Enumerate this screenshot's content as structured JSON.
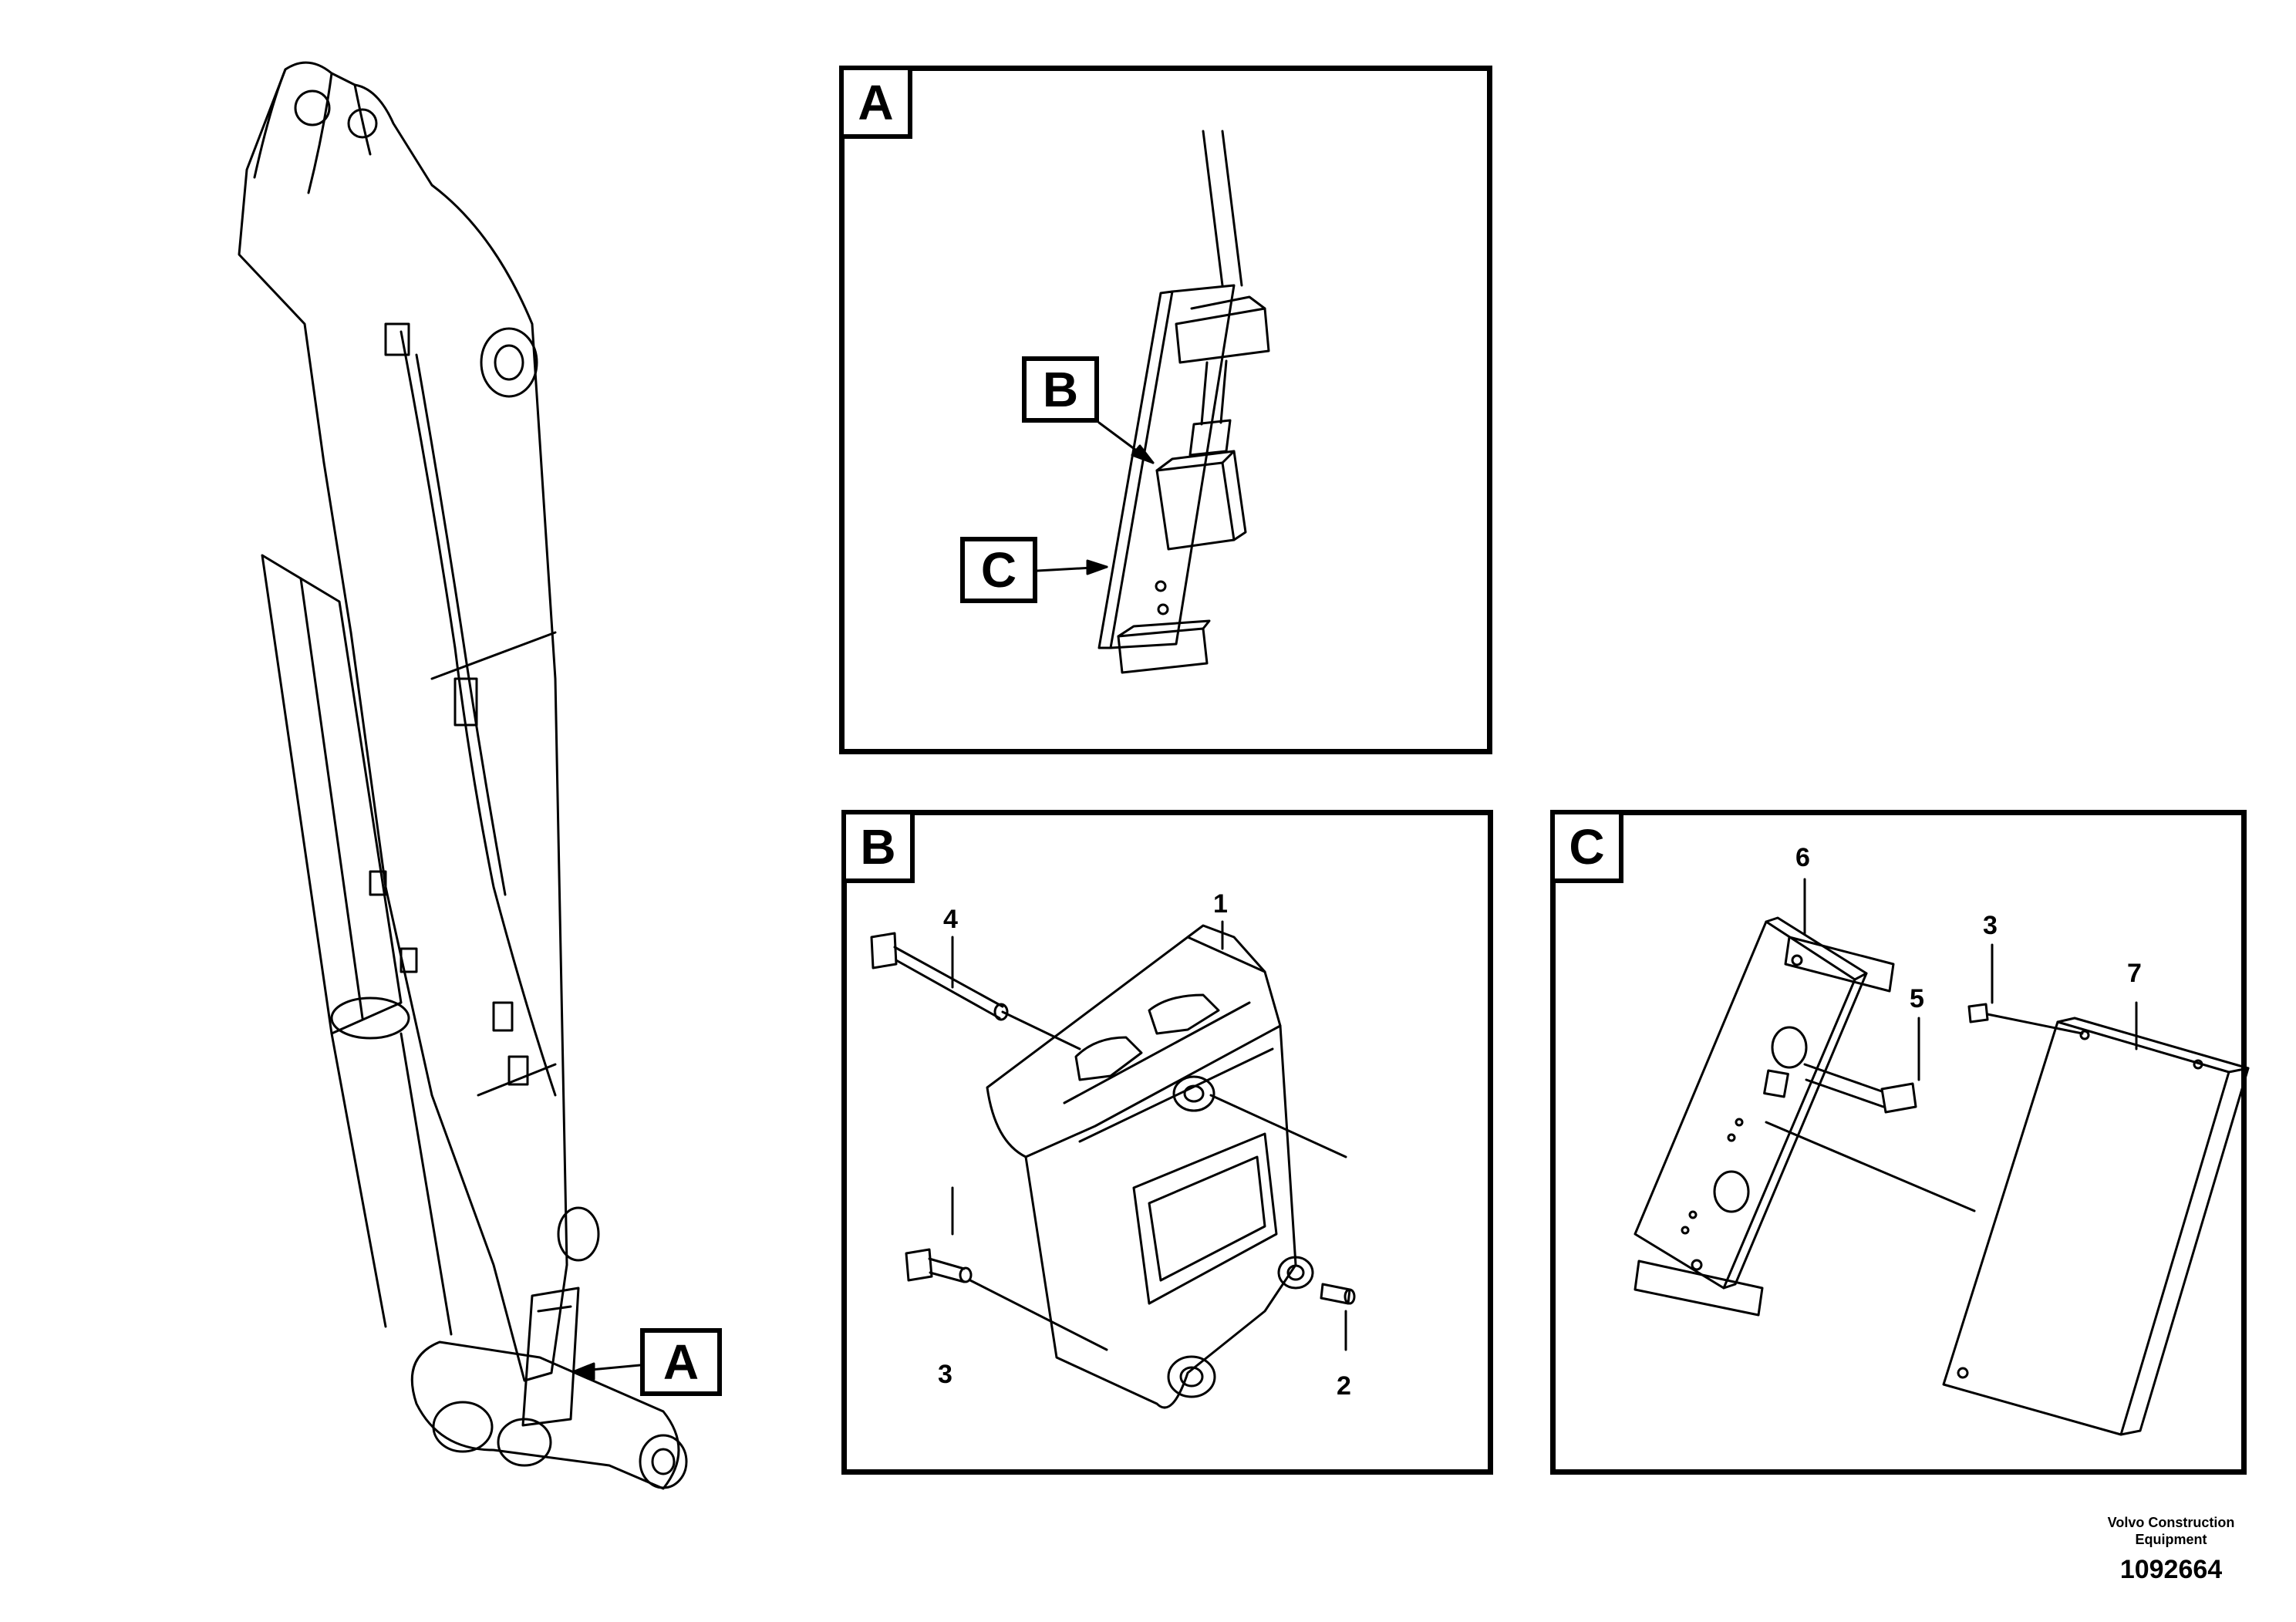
{
  "views": {
    "A": {
      "label": "A"
    },
    "B": {
      "label": "B"
    },
    "C": {
      "label": "C"
    }
  },
  "callouts": {
    "b1": "1",
    "b2": "2",
    "b3": "3",
    "b4": "4",
    "c3": "3",
    "c5": "5",
    "c6": "6",
    "c7": "7"
  },
  "footer": {
    "company_line1": "Volvo Construction",
    "company_line2": "Equipment",
    "drawing_number": "1092664"
  },
  "colors": {
    "line": "#000000",
    "background": "#ffffff"
  }
}
